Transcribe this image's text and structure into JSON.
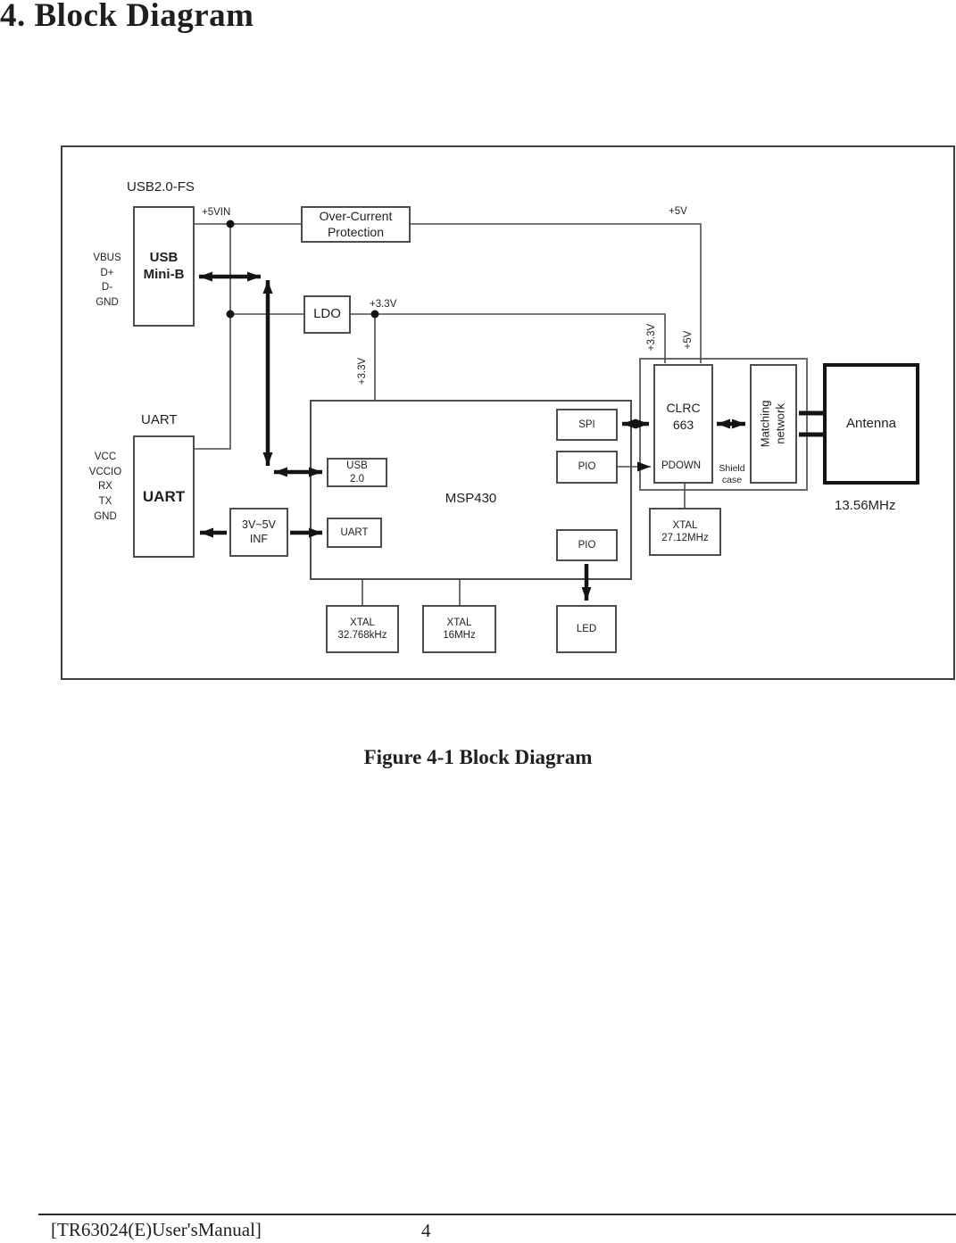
{
  "page": {
    "title": "4. Block Diagram",
    "caption": "Figure 4-1 Block Diagram",
    "footer": {
      "manual": "[TR63024(E)User'sManual]",
      "page_number": "4"
    }
  },
  "diagram": {
    "labels": {
      "usb_standard": "USB2.0-FS",
      "p5vin": "+5VIN",
      "p5v_top": "+5V",
      "p33v_ldo": "+3.3V",
      "p33v_msp": "+3.3V",
      "p33v_clrc": "+3.3V",
      "p5v_clrc": "+5V",
      "usb_pins": "VBUS\nD+\nD-\nGND",
      "uart_label": "UART",
      "uart_pins": "VCC\nVCCIO\nRX\nTX\nGND",
      "shield_case": "Shield\ncase",
      "frequency": "13.56MHz"
    },
    "blocks": {
      "usb_mini_b": "USB\nMini-B",
      "over_current_protection": "Over-Current\nProtection",
      "ldo": "LDO",
      "uart_external": "UART",
      "level_shifter": "3V~5V\nINF",
      "msp430": "MSP430",
      "usb20": "USB\n2.0",
      "uart_internal": "UART",
      "spi": "SPI",
      "pio_upper": "PIO",
      "pio_lower": "PIO",
      "xtal_32768": "XTAL\n32.768kHz",
      "xtal_16": "XTAL\n16MHz",
      "led": "LED",
      "xtal_2712": "XTAL\n27.12MHz",
      "clrc663": "CLRC\n663",
      "pdown": "PDOWN",
      "matching_network": "Matching\nnetwork",
      "antenna": "Antenna"
    },
    "colors": {
      "line_gray": "#4d4d4d",
      "arrow_black": "#141414",
      "border_gray": "#4d4d4d"
    }
  }
}
